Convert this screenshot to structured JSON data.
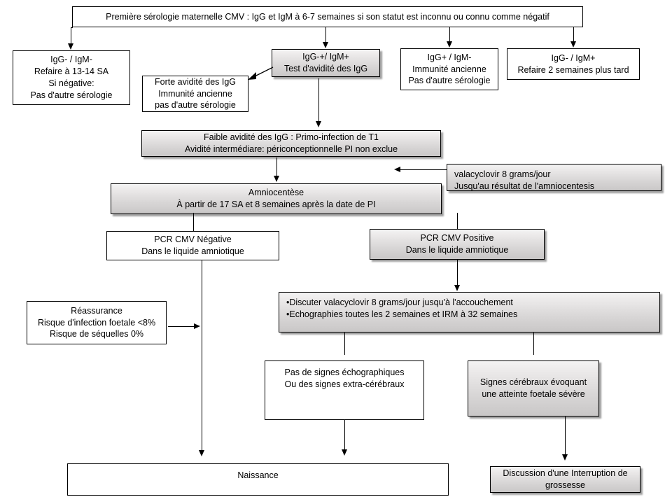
{
  "diagram": {
    "title": "Algorithme CMV - serologie maternelle",
    "nodes": {
      "top_serology": "Première sérologie maternelle CMV : IgG et IgM à 6-7 semaines si son statut  est inconnu ou connu comme négatif",
      "igg_neg_igm_neg": "IgG- / IgM-\nRefaire à  13-14 SA\nSi négative:\nPas d'autre sérologie",
      "igg_igm_pos_avidity": "IgG-+/ IgM+\nTest d'avidité  des IgG",
      "igg_pos_igm_neg": "IgG+ / IgM-\nImmunité ancienne\nPas d'autre sérologie",
      "igg_neg_igm_pos": "IgG- / IgM+\nRefaire 2 semaines plus tard",
      "forte_avidite": "Forte avidité  des IgG\nImmunité ancienne\npas d'autre sérologie",
      "faible_avidite": "Faible avidité  des IgG : Primo-infection  de T1\nAvidité intermédiare:  périconceptionnelle  PI non exclue",
      "valacyclovir": "valacyclovir  8 grams/jour\nJusqu'au  résultat de l'amniocentesis",
      "amniocentese": "Amniocentèse\nÀ partir de 17 SA et 8 semaines  après la date  de PI",
      "pcr_negative": "PCR CMV Négative\nDans le liquide amniotique",
      "pcr_positive": "PCR CMV Positive\nDans le liquide amniotique",
      "discuter_valacyclovir": "•Discuter  valacyclovir  8 grams/jour jusqu'à l'accouchement\n•Echographies  toutes les 2 semaines et IRM à 32 semaines",
      "reassurance": "Réassurance\nRisque d'infection foetale <8%\nRisque de séquelles 0%",
      "pas_de_signes": "Pas de signes échographiques\nOu des signes extra-cérébraux",
      "signes_cerebraux": "Signes cérébraux  évoquant\nune atteinte foetale sévère",
      "naissance": "Naissance",
      "interruption": "Discussion d'une Interruption  de\ngrossesse"
    },
    "colors": {
      "stroke": "#000000",
      "plain_fill": "#ffffff",
      "shaded_fill": "#d6d4d4",
      "text": "#000000"
    }
  }
}
